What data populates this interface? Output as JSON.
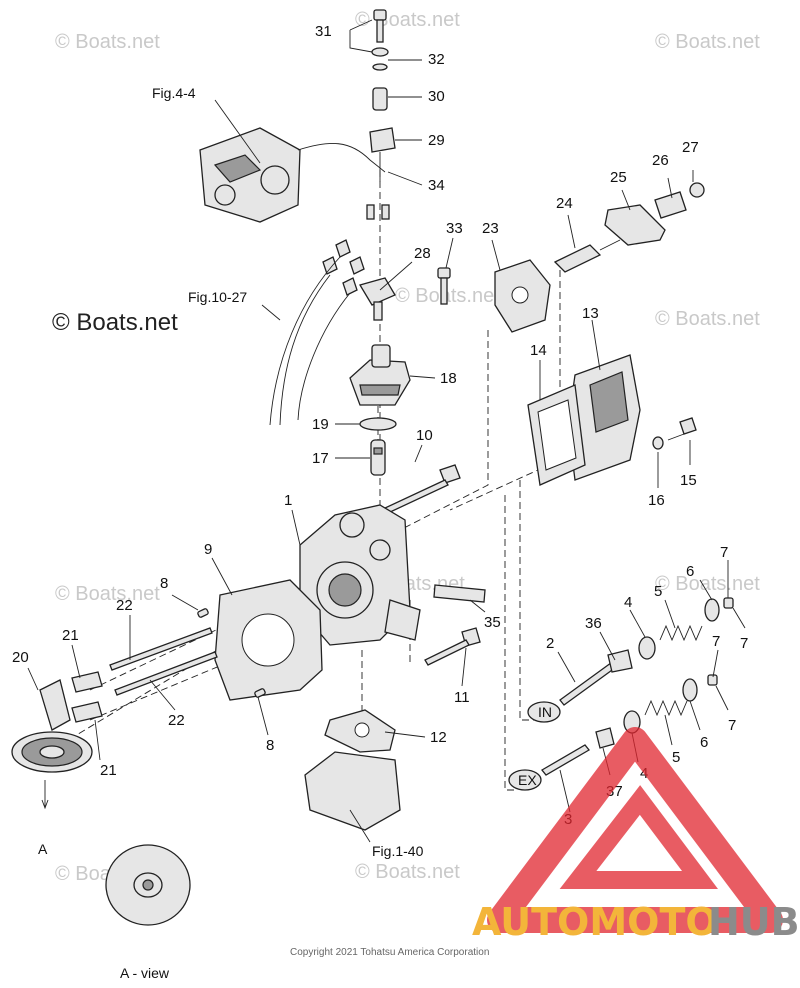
{
  "watermark": "© Boats.net",
  "watermark_main": "© Boats.net",
  "copyright": "Copyright 2021 Tohatsu America Corporation",
  "brand": {
    "part1": "AUTOMOTO",
    "part2": "HUB",
    "color1": "#f3b53a",
    "color2": "#8b8b8b",
    "triangle_color": "#e0262f"
  },
  "refs": {
    "fig44": "Fig.4-4",
    "fig1027": "Fig.10-27",
    "fig140": "Fig.1-40",
    "a_label": "A",
    "a_view": "A - view"
  },
  "valve_marks": {
    "intake": "IN",
    "exhaust": "EX"
  },
  "callouts": {
    "c31": "31",
    "c32": "32",
    "c30": "30",
    "c29": "29",
    "c34": "34",
    "c27": "27",
    "c26": "26",
    "c25": "25",
    "c24": "24",
    "c23": "23",
    "c33": "33",
    "c28": "28",
    "c13": "13",
    "c14": "14",
    "c18": "18",
    "c19": "19",
    "c10": "10",
    "c17": "17",
    "c15": "15",
    "c16": "16",
    "c1": "1",
    "c9": "9",
    "c8a": "8",
    "c22a": "22",
    "c21a": "21",
    "c20": "20",
    "c22b": "22",
    "c21b": "21",
    "c8b": "8",
    "c35": "35",
    "c11": "11",
    "c12": "12",
    "c2": "2",
    "c36": "36",
    "c4a": "4",
    "c5a": "5",
    "c6a": "6",
    "c7a": "7",
    "c7b": "7",
    "c7c": "7",
    "c7d": "7",
    "c6b": "6",
    "c5b": "5",
    "c4b": "4",
    "c37": "37",
    "c3": "3"
  }
}
